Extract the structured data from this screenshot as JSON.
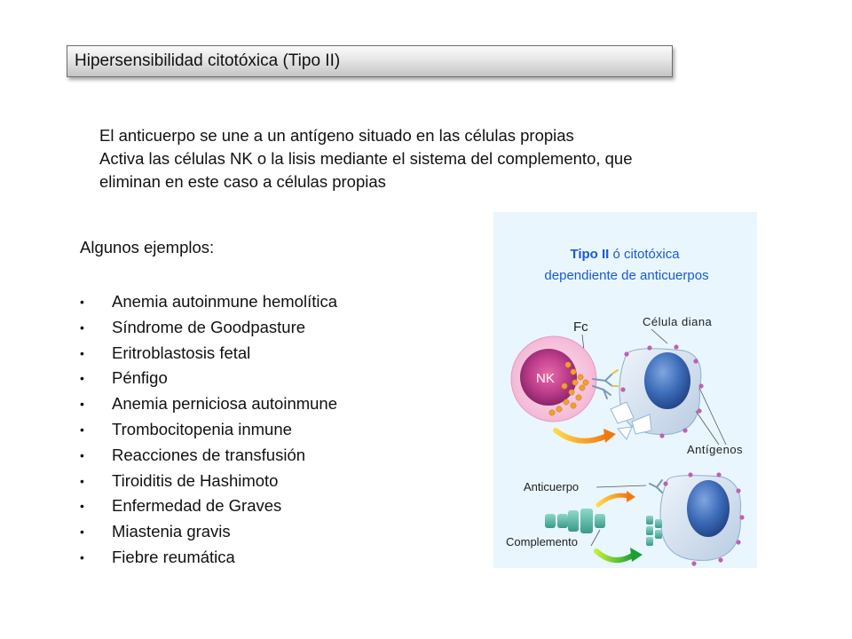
{
  "title": "Hipersensibilidad citotóxica (Tipo II)",
  "intro": {
    "line1": "El anticuerpo se une a un antígeno situado en las células propias",
    "line2": "Activa las células NK o la lisis mediante el sistema del complemento, que",
    "line3": "eliminan en este caso a células propias"
  },
  "examples": {
    "heading": "Algunos ejemplos:",
    "bullet": "•",
    "items": [
      "Anemia autoinmune hemolítica",
      "Síndrome de Goodpasture",
      "Eritroblastosis fetal",
      "Pénfigo",
      "Anemia perniciosa autoinmune",
      "Trombocitopenia inmune",
      "Reacciones de transfusión",
      "Tiroiditis de Hashimoto",
      "Enfermedad de Graves",
      "Miastenia gravis",
      "Fiebre reumática"
    ]
  },
  "figure": {
    "title_bold": "Tipo II",
    "title_rest": " ó citotóxica",
    "subtitle": "dependiente de anticuerpos",
    "label_fc": "Fc",
    "label_target": "Célula diana",
    "label_nk": "NK",
    "label_antigens": "Antígenos",
    "label_antibody": "Anticuerpo",
    "label_complement": "Complemento",
    "colors": {
      "background": "#e9f6fd",
      "title_blue": "#1a5ad0",
      "nk_cell": "#c2418f",
      "granule": "#f0a030",
      "target_cell": "#cad9ea",
      "nucleus": "#3c6bb8",
      "antigen": "#c060b0"
    }
  }
}
